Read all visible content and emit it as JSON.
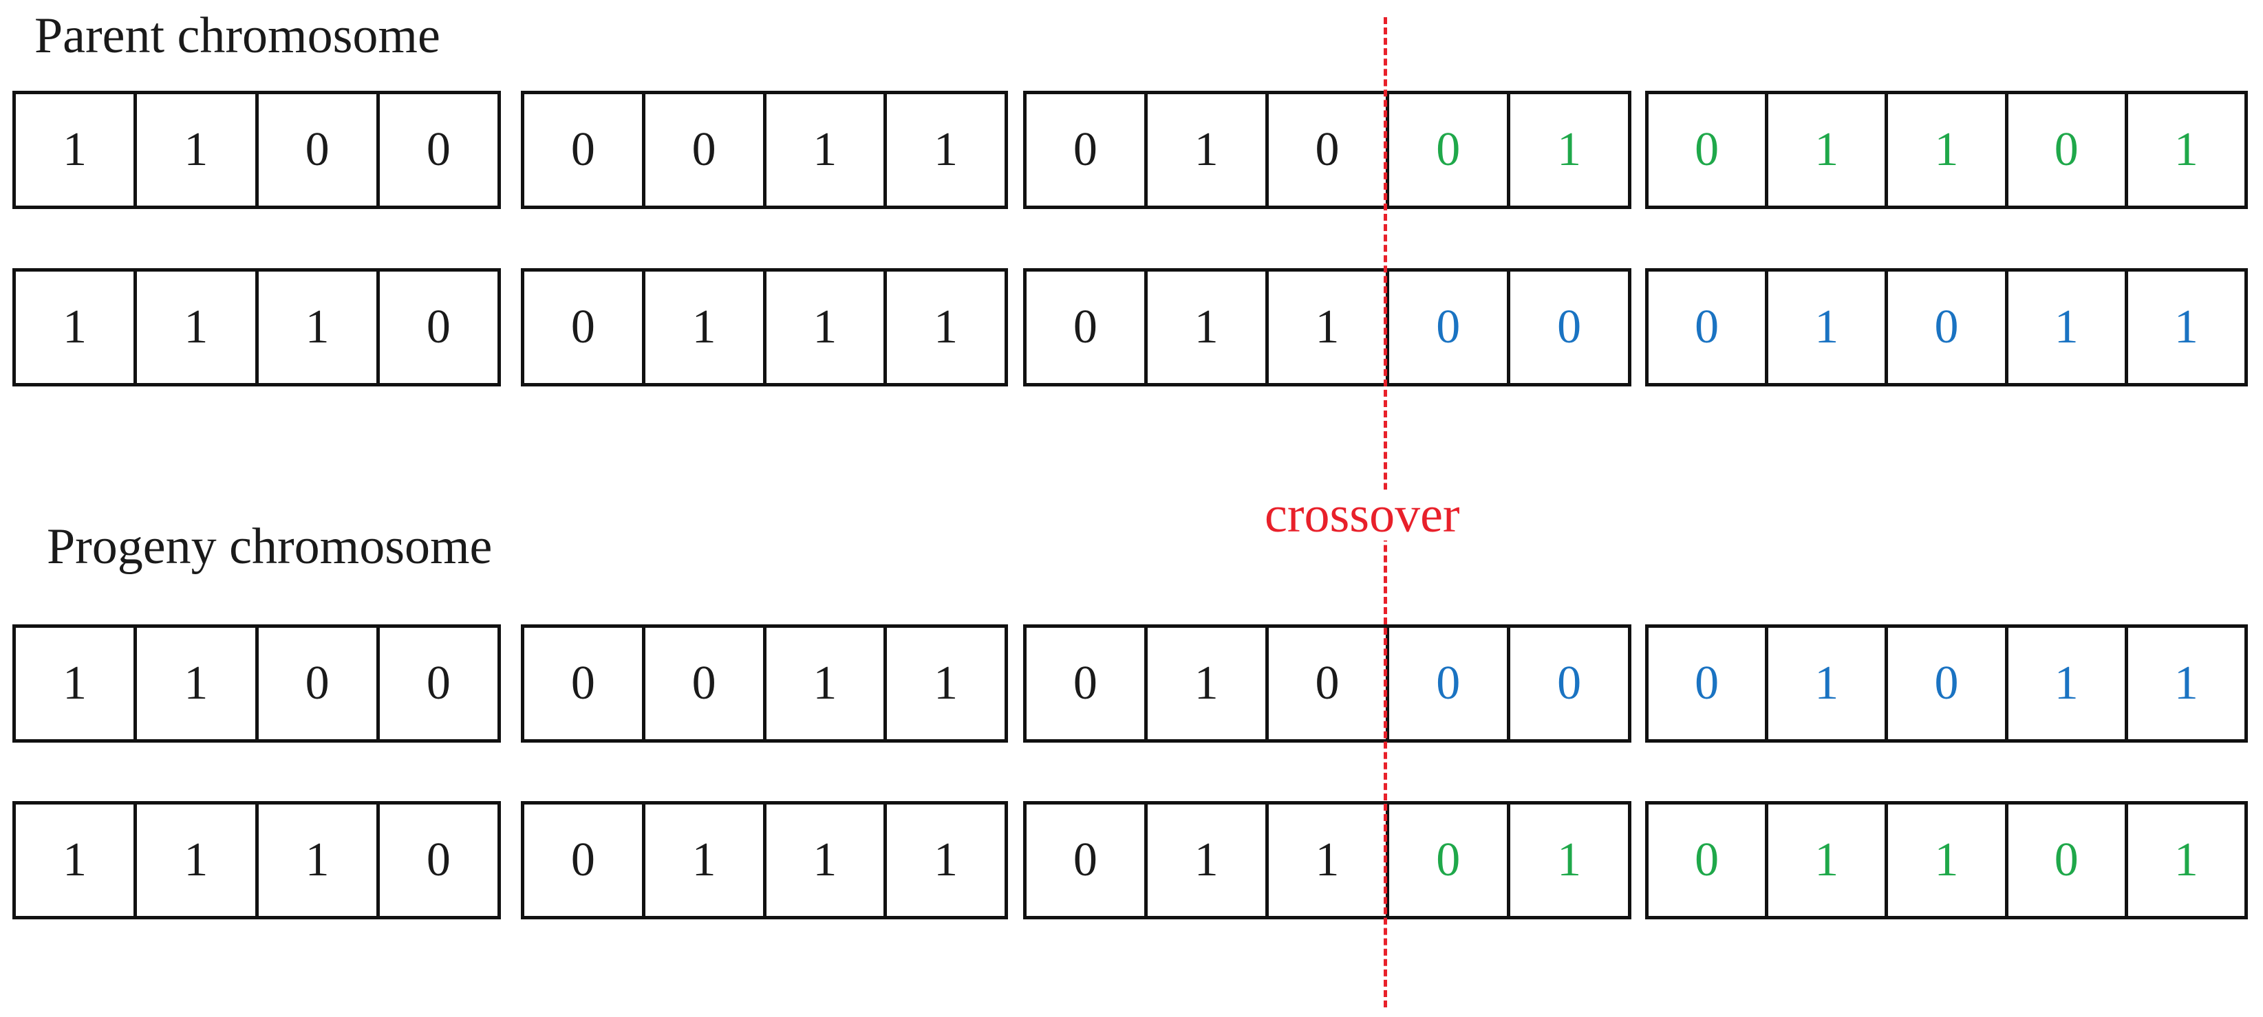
{
  "headings": {
    "parent": "Parent chromosome",
    "progeny": "Progeny chromosome"
  },
  "crossover": {
    "label": "crossover",
    "color": "#e8202a"
  },
  "colors": {
    "black": "#1a1a1a",
    "green": "#1fa84a",
    "blue": "#1a73c2"
  },
  "rows": [
    {
      "group": "parent",
      "segments": [
        [
          {
            "v": "1",
            "c": "black"
          },
          {
            "v": "1",
            "c": "black"
          },
          {
            "v": "0",
            "c": "black"
          },
          {
            "v": "0",
            "c": "black"
          }
        ],
        [
          {
            "v": "0",
            "c": "black"
          },
          {
            "v": "0",
            "c": "black"
          },
          {
            "v": "1",
            "c": "black"
          },
          {
            "v": "1",
            "c": "black"
          }
        ],
        [
          {
            "v": "0",
            "c": "black"
          },
          {
            "v": "1",
            "c": "black"
          },
          {
            "v": "0",
            "c": "black"
          },
          {
            "v": "0",
            "c": "green"
          },
          {
            "v": "1",
            "c": "green"
          }
        ],
        [
          {
            "v": "0",
            "c": "green"
          },
          {
            "v": "1",
            "c": "green"
          },
          {
            "v": "1",
            "c": "green"
          },
          {
            "v": "0",
            "c": "green"
          },
          {
            "v": "1",
            "c": "green"
          }
        ]
      ]
    },
    {
      "group": "parent",
      "segments": [
        [
          {
            "v": "1",
            "c": "black"
          },
          {
            "v": "1",
            "c": "black"
          },
          {
            "v": "1",
            "c": "black"
          },
          {
            "v": "0",
            "c": "black"
          }
        ],
        [
          {
            "v": "0",
            "c": "black"
          },
          {
            "v": "1",
            "c": "black"
          },
          {
            "v": "1",
            "c": "black"
          },
          {
            "v": "1",
            "c": "black"
          }
        ],
        [
          {
            "v": "0",
            "c": "black"
          },
          {
            "v": "1",
            "c": "black"
          },
          {
            "v": "1",
            "c": "black"
          },
          {
            "v": "0",
            "c": "blue"
          },
          {
            "v": "0",
            "c": "blue"
          }
        ],
        [
          {
            "v": "0",
            "c": "blue"
          },
          {
            "v": "1",
            "c": "blue"
          },
          {
            "v": "0",
            "c": "blue"
          },
          {
            "v": "1",
            "c": "blue"
          },
          {
            "v": "1",
            "c": "blue"
          }
        ]
      ]
    },
    {
      "group": "progeny",
      "segments": [
        [
          {
            "v": "1",
            "c": "black"
          },
          {
            "v": "1",
            "c": "black"
          },
          {
            "v": "0",
            "c": "black"
          },
          {
            "v": "0",
            "c": "black"
          }
        ],
        [
          {
            "v": "0",
            "c": "black"
          },
          {
            "v": "0",
            "c": "black"
          },
          {
            "v": "1",
            "c": "black"
          },
          {
            "v": "1",
            "c": "black"
          }
        ],
        [
          {
            "v": "0",
            "c": "black"
          },
          {
            "v": "1",
            "c": "black"
          },
          {
            "v": "0",
            "c": "black"
          },
          {
            "v": "0",
            "c": "blue"
          },
          {
            "v": "0",
            "c": "blue"
          }
        ],
        [
          {
            "v": "0",
            "c": "blue"
          },
          {
            "v": "1",
            "c": "blue"
          },
          {
            "v": "0",
            "c": "blue"
          },
          {
            "v": "1",
            "c": "blue"
          },
          {
            "v": "1",
            "c": "blue"
          }
        ]
      ]
    },
    {
      "group": "progeny",
      "segments": [
        [
          {
            "v": "1",
            "c": "black"
          },
          {
            "v": "1",
            "c": "black"
          },
          {
            "v": "1",
            "c": "black"
          },
          {
            "v": "0",
            "c": "black"
          }
        ],
        [
          {
            "v": "0",
            "c": "black"
          },
          {
            "v": "1",
            "c": "black"
          },
          {
            "v": "1",
            "c": "black"
          },
          {
            "v": "1",
            "c": "black"
          }
        ],
        [
          {
            "v": "0",
            "c": "black"
          },
          {
            "v": "1",
            "c": "black"
          },
          {
            "v": "1",
            "c": "black"
          },
          {
            "v": "0",
            "c": "green"
          },
          {
            "v": "1",
            "c": "green"
          }
        ],
        [
          {
            "v": "0",
            "c": "green"
          },
          {
            "v": "1",
            "c": "green"
          },
          {
            "v": "1",
            "c": "green"
          },
          {
            "v": "0",
            "c": "green"
          },
          {
            "v": "1",
            "c": "green"
          }
        ]
      ]
    }
  ]
}
